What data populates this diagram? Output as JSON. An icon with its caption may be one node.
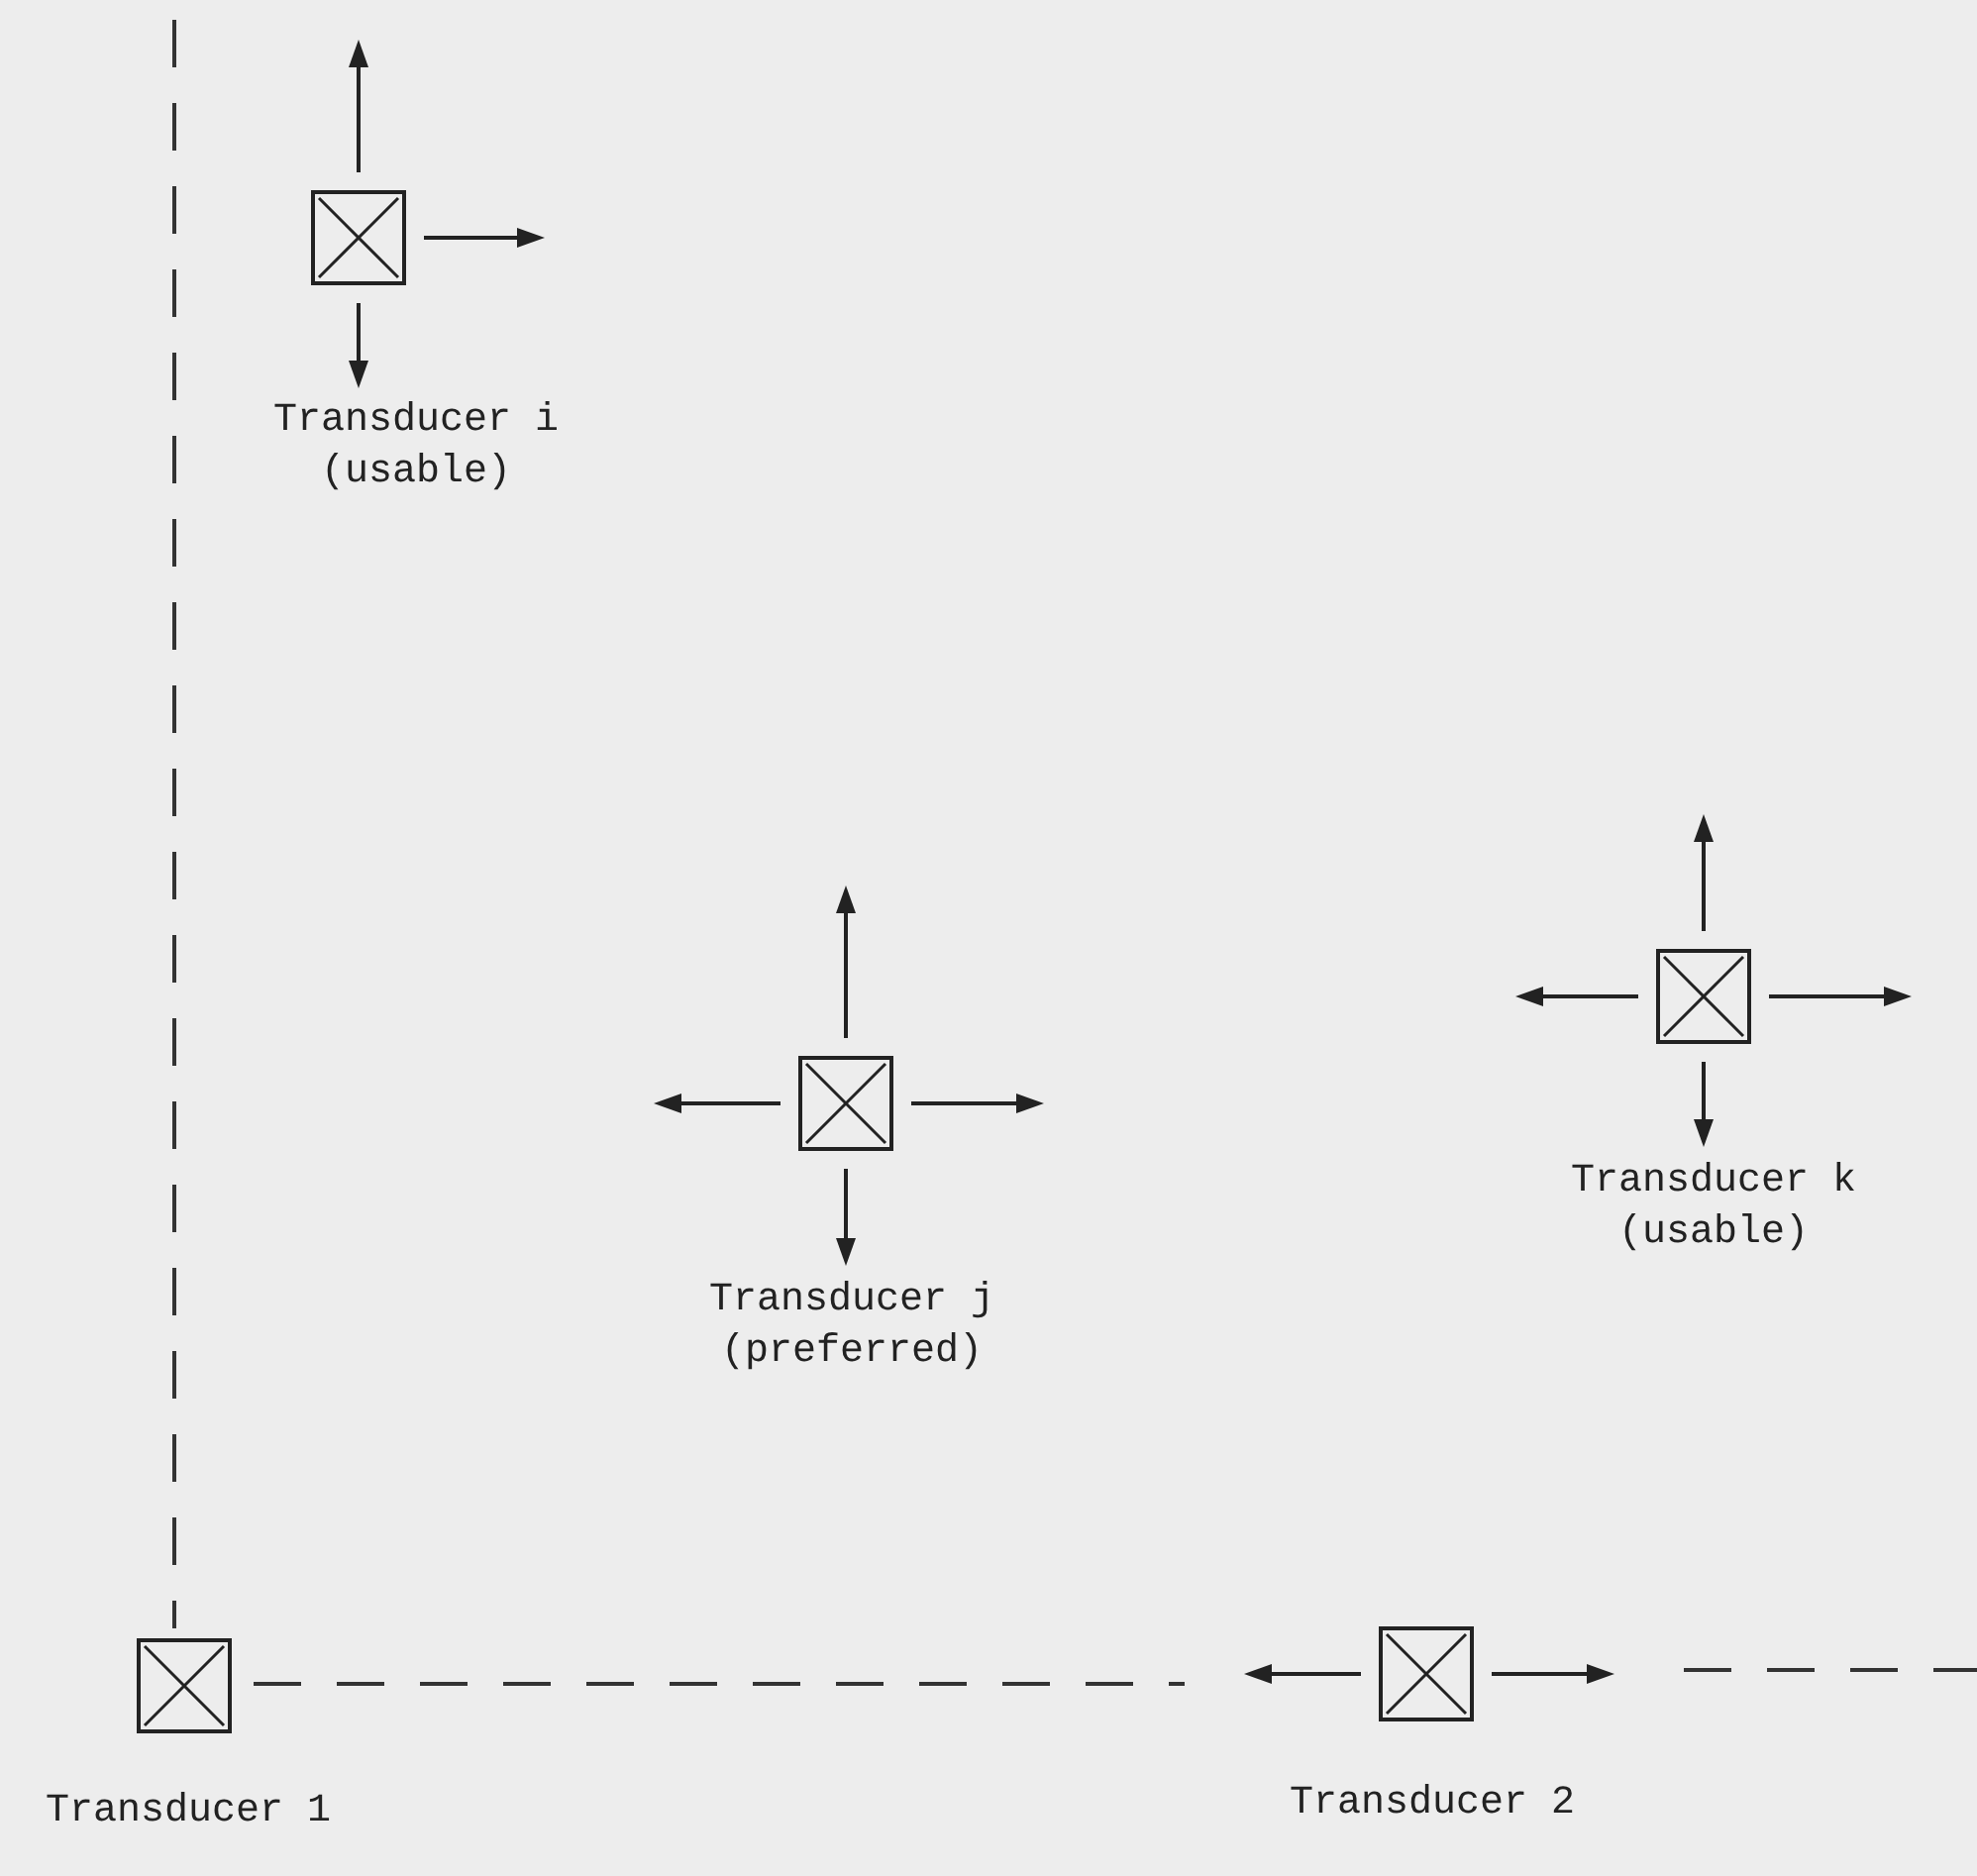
{
  "diagram": {
    "nodes": [
      {
        "text": [],
        "shape": "box",
        "beside": [
          "Transducer i (usable)"
        ]
      },
      {
        "text": [],
        "shape": "box",
        "beside": [
          "Transducer j (preferred)"
        ]
      },
      {
        "text": [],
        "shape": "box",
        "beside": [
          "Transducer k (usable)"
        ]
      },
      {
        "text": [],
        "shape": "box",
        "beside": [
          "Transducer 1"
        ]
      },
      {
        "text": [],
        "shape": "box",
        "beside": [
          "Transducer 2"
        ]
      }
    ]
  }
}
